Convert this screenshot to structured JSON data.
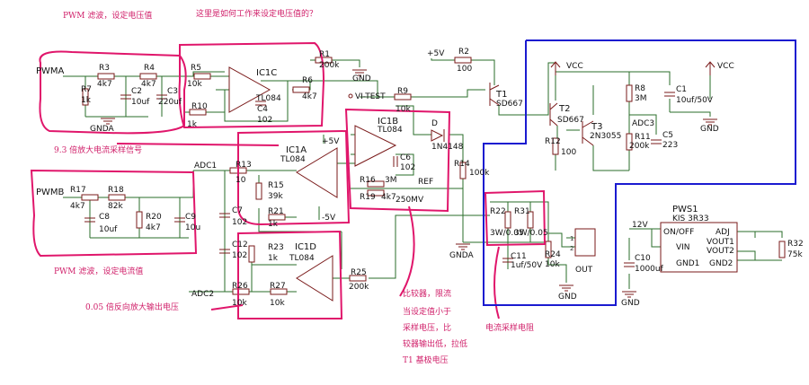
{
  "annotations": {
    "pwm_filter_voltage": "PWM 滤波，设定电压值",
    "how_voltage_set": "这里是如何工作来设定电压值的？",
    "amp_9_3": "9.3 倍放大电流采样信号",
    "pwm_filter_current": "PWM 滤波，设定电流值",
    "inv_amp_005": "0.05 倍反向放大输出电压",
    "comparator_lines": [
      "比较器，限流",
      "当设定值小于",
      "采样电压，比",
      "较器输出低，拉低",
      "T1 基极电压"
    ],
    "current_sense_resistor": "电流采样电阻"
  },
  "nets": {
    "pwma": "PWMA",
    "pwmb": "PWMB",
    "gnda": "GNDA",
    "gnda2": "GNDA",
    "gnd": "GND",
    "gnd2": "GND",
    "gnd3": "GND",
    "gnd4": "GND",
    "plus5v": "+5V",
    "plus5v_b": "+5V",
    "minus5v": "-5V",
    "vcc1": "VCC",
    "vcc2": "VCC",
    "vi_test": "VI-TEST",
    "adc1": "ADC1",
    "adc2": "ADC2",
    "adc3": "ADC3",
    "ref": "REF",
    "ref_v": "250MV",
    "out": "OUT",
    "v12": "12V"
  },
  "components": {
    "R3": [
      "R3",
      "4k7"
    ],
    "R4": [
      "R4",
      "4k7"
    ],
    "R5": [
      "R5",
      "10k"
    ],
    "R1": [
      "R1",
      "200k"
    ],
    "R6": [
      "R6",
      "4k7"
    ],
    "R7": [
      "R7",
      "1k"
    ],
    "R10": [
      "R10",
      "1k"
    ],
    "R2": [
      "R2",
      "100"
    ],
    "R9": [
      "R9",
      "10k"
    ],
    "R13": [
      "R13",
      "10"
    ],
    "R15": [
      "R15",
      "39k"
    ],
    "R21": [
      "R21",
      "1k"
    ],
    "R16": [
      "R16",
      "3M"
    ],
    "R19": [
      "R19",
      "4k7"
    ],
    "R14": [
      "R14",
      "100k"
    ],
    "R17": [
      "R17",
      "4k7"
    ],
    "R18": [
      "R18",
      "82k"
    ],
    "R20": [
      "R20",
      "4k7"
    ],
    "R23": [
      "R23",
      "1k"
    ],
    "R27": [
      "R27",
      "10k"
    ],
    "R26": [
      "R26",
      "10k"
    ],
    "R25": [
      "R25",
      "200k"
    ],
    "R22": [
      "R22",
      "3W/0.05"
    ],
    "R31": [
      "R31",
      "3W/0.05"
    ],
    "R24": [
      "R24",
      "10k"
    ],
    "R8": [
      "R8",
      "3M"
    ],
    "R11": [
      "R11",
      "200k"
    ],
    "R12": [
      "R12",
      "100"
    ],
    "R32": [
      "R32",
      "75k"
    ],
    "C2": [
      "C2",
      "10uf"
    ],
    "C3": [
      "C3",
      "220uf"
    ],
    "C4": [
      "C4",
      "102"
    ],
    "C6": [
      "C6",
      "102"
    ],
    "C7": [
      "C7",
      "102"
    ],
    "C8": [
      "C8",
      "10uf"
    ],
    "C9": [
      "C9",
      "10u"
    ],
    "C12": [
      "C12",
      "102"
    ],
    "C11": [
      "C11",
      "1uf/50V"
    ],
    "C1": [
      "C1",
      "10uf/50V"
    ],
    "C5": [
      "C5",
      "223"
    ],
    "C10": [
      "C10",
      "1000uf"
    ],
    "IC1C": [
      "IC1C",
      "TL084"
    ],
    "IC1B": [
      "IC1B",
      "TL084"
    ],
    "IC1A": [
      "IC1A",
      "TL084"
    ],
    "IC1D": [
      "IC1D",
      "TL084"
    ],
    "D": [
      "D",
      "1N4148"
    ],
    "T1": [
      "T1",
      "SD667"
    ],
    "T2": [
      "T2",
      "SD667"
    ],
    "T3": [
      "T3",
      "2N3055"
    ],
    "PWS1": [
      "PWS1",
      "KIS 3R33"
    ]
  },
  "pws_pins": {
    "onoff": "ON/OFF",
    "vin": "VIN",
    "gnd1": "GND1",
    "adj": "ADJ",
    "vout1": "VOUT1",
    "vout2": "VOUT2",
    "gnd2": "GND2"
  },
  "connector_pins": [
    "1",
    "2"
  ],
  "colors": {
    "wire": "#2a6d2a",
    "component": "#7a1a1a",
    "highlight": "#e0166b",
    "blue_box": "#1a1ad0"
  }
}
